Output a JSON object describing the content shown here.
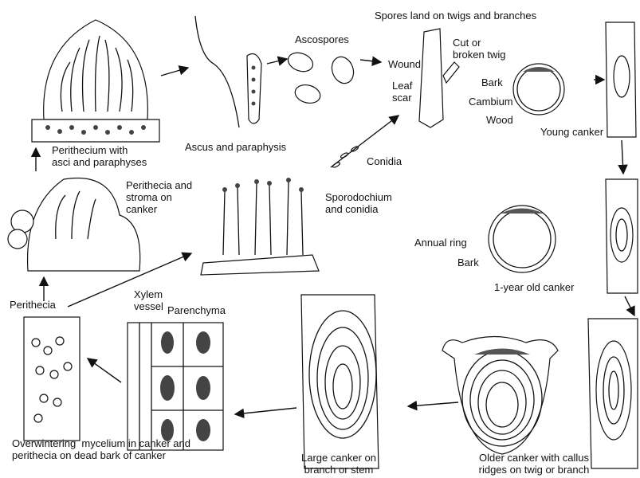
{
  "labels": {
    "spores_land": "Spores land on twigs and branches",
    "ascospores": "Ascospores",
    "ascus_paraphysis": "Ascus and paraphysis",
    "perithecium_asci": "Perithecium with\nasci and paraphyses",
    "wound": "Wound",
    "cut_twig": "Cut or\nbroken twig",
    "leaf_scar": "Leaf\nscar",
    "bark_young": "Bark",
    "cambium": "Cambium",
    "wood": "Wood",
    "young_canker": "Young canker",
    "conidia": "Conidia",
    "perithecia_stroma": "Perithecia and\nstroma on\ncanker",
    "sporodochium": "Sporodochium\nand conidia",
    "annual_ring": "Annual ring",
    "bark_1yr": "Bark",
    "one_year_canker": "1-year old canker",
    "perithecia": "Perithecia",
    "xylem_vessel": "Xylem\nvessel",
    "parenchyma": "Parenchyma",
    "overwintering": "Overwintering  mycelium in canker and\nperithecia on dead bark of canker",
    "large_canker": "Large canker on\nbranch or stem",
    "older_canker": "Older canker with callus\nridges on twig or branch"
  }
}
